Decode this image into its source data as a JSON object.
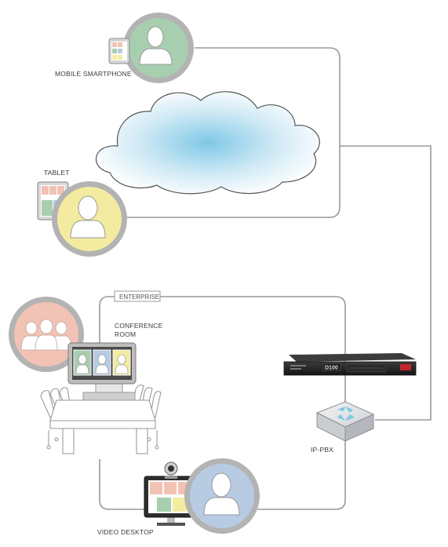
{
  "labels": {
    "mobile": "MOBILE SMARTPHONE",
    "tablet": "TABLET",
    "enterprise": "ENTERPRISE",
    "conference_line1": "CONFERENCE",
    "conference_line2": "ROOM",
    "pbx": "IP-PBX",
    "desktop": "VIDEO DESKTOP",
    "server_brand": "D100"
  },
  "colors": {
    "mobile_avatar_bg": "#a8ceb0",
    "tablet_avatar_bg": "#f3eca0",
    "conference_avatar_bg": "#f2c2b4",
    "desktop_avatar_bg": "#b7cbe3",
    "avatar_ring": "#b3b3b3",
    "line": "#9a9a9a",
    "cloud_center": "#7fc8e6"
  },
  "icons": [
    "user-icon",
    "cloud-icon",
    "server-icon",
    "router-icon",
    "screen-icon",
    "webcam-icon"
  ]
}
